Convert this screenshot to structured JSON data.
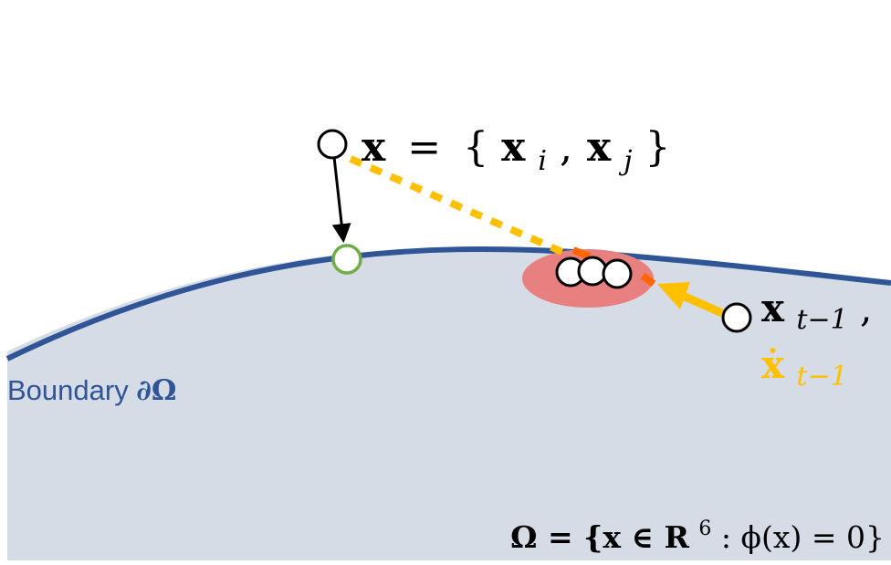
{
  "colors": {
    "region_fill": "#d6dce6",
    "boundary": "#2f5597",
    "projection_arrow": "#000000",
    "projected_point": "#70ad47",
    "dotted_line": "#ffc000",
    "dotted_line_end": "#ff6600",
    "contact_region": "#e98080",
    "velocity_arrow": "#ffc000",
    "point_fill": "#ffffff",
    "point_stroke": "#000000",
    "text": "#000000",
    "velocity_text": "#ffc000"
  },
  "labels": {
    "state_x": "x",
    "state_eq": "=",
    "state_open": "{",
    "state_xi": "x",
    "state_i": "i",
    "state_comma": ",",
    "state_xj": "x",
    "state_j": "j",
    "state_close": "}",
    "prev_x": "x",
    "prev_sub": "t−1",
    "prev_comma": ",",
    "vel_x": "ẋ",
    "vel_sub": "t−1",
    "boundary_text": "Boundary ",
    "boundary_symbol": "∂Ω",
    "manifold_eq": "Ω = {x ∈ R",
    "manifold_sup": "6",
    "manifold_rest": ": ϕ(x) = 0}"
  },
  "icons": {
    "state_point": "open-circle",
    "projected_point": "green-open-circle",
    "cluster_points": "open-circle",
    "prev_point": "open-circle"
  }
}
